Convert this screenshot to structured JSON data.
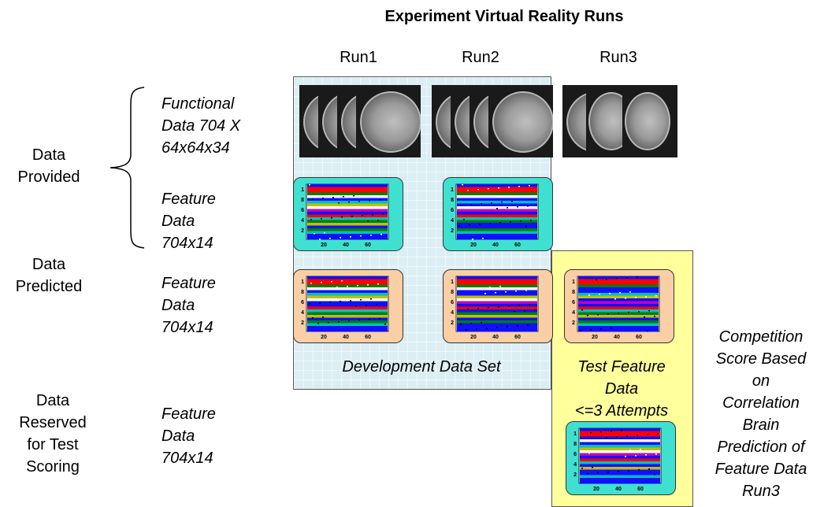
{
  "title": "Experiment Virtual Reality Runs",
  "runs": [
    "Run1",
    "Run2",
    "Run3"
  ],
  "left_labels": {
    "provided": [
      "Data",
      "Provided"
    ],
    "predicted": [
      "Data",
      "Predicted"
    ],
    "reserved": [
      "Data",
      "Reserved",
      "for Test",
      "Scoring"
    ]
  },
  "descriptions": {
    "functional": [
      "Functional",
      "Data 704 X",
      "64x64x34"
    ],
    "feature_provided": [
      "Feature",
      "Data",
      "704x14"
    ],
    "feature_predicted": [
      "Feature",
      "Data",
      "704x14"
    ],
    "feature_reserved": [
      "Feature",
      "Data",
      "704x14"
    ]
  },
  "development_label": "Development Data Set",
  "test_label": [
    "Test Feature",
    "Data",
    "<=3 Attempts"
  ],
  "competition_text": [
    "Competition",
    "Score Based",
    "on",
    "Correlation",
    "Brain",
    "Prediction of",
    "Feature Data",
    "Run3"
  ],
  "feature_plot": {
    "y_ticks": [
      "1",
      "8",
      "6",
      "4",
      "2"
    ],
    "x_ticks": [
      "20",
      "40",
      "60"
    ],
    "band_colors": [
      "#1010ff",
      "#ff0000",
      "#008000",
      "#ffffff",
      "#00bfbf",
      "#c000c0",
      "#c0c000",
      "#000000"
    ]
  },
  "colors": {
    "dev_box": "#dbeef3",
    "test_box": "#ffff9c",
    "feature_provided_bg": "#40e0d0",
    "feature_predicted_bg": "#fbcfa6"
  }
}
